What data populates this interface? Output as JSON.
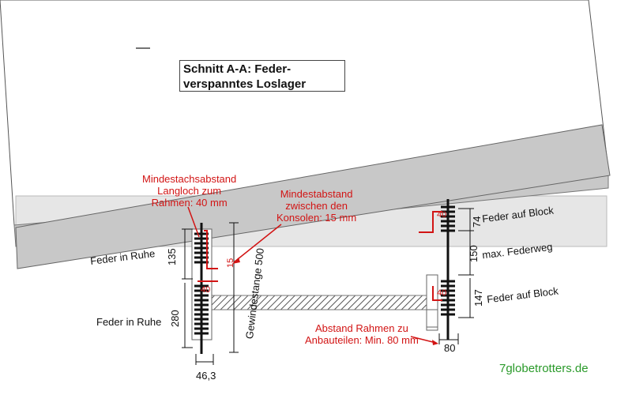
{
  "title": {
    "line1": "Schnitt A-A: Feder-",
    "line2": "verspanntes Loslager"
  },
  "annotations_red": {
    "langloch_1": "Mindestachsabstand",
    "langloch_2": "Langloch zum",
    "langloch_3": "Rahmen: 40 mm",
    "konsolen_1": "Mindestabstand",
    "konsolen_2": "zwischen den",
    "konsolen_3": "Konsolen: 15 mm",
    "rahmen_1": "Abstand Rahmen zu",
    "rahmen_2": "Anbauteilen: Min. 80 mm",
    "small_40_left": "40",
    "small_40_right_top": "40",
    "small_40_right_bottom": "40",
    "small_15": "15"
  },
  "labels": {
    "feder_in_ruhe_top": "Feder in Ruhe",
    "feder_in_ruhe_bottom": "Feder in Ruhe",
    "feder_auf_block_top": "Feder auf Block",
    "feder_auf_block_bottom": "Feder auf Block",
    "max_federweg": "max. Federweg",
    "gewindestange": "Gewindestange 500"
  },
  "dimensions": {
    "d135": "135",
    "d280": "280",
    "d46_3": "46,3",
    "d74": "74",
    "d150": "150",
    "d147": "147",
    "d80": "80"
  },
  "watermark": "7globetrotters.de",
  "colors": {
    "annotation": "#d21414",
    "frame_gray": "#c8c8c8",
    "beam_gray": "#e6e6e6",
    "watermark": "#2a9a2a"
  }
}
